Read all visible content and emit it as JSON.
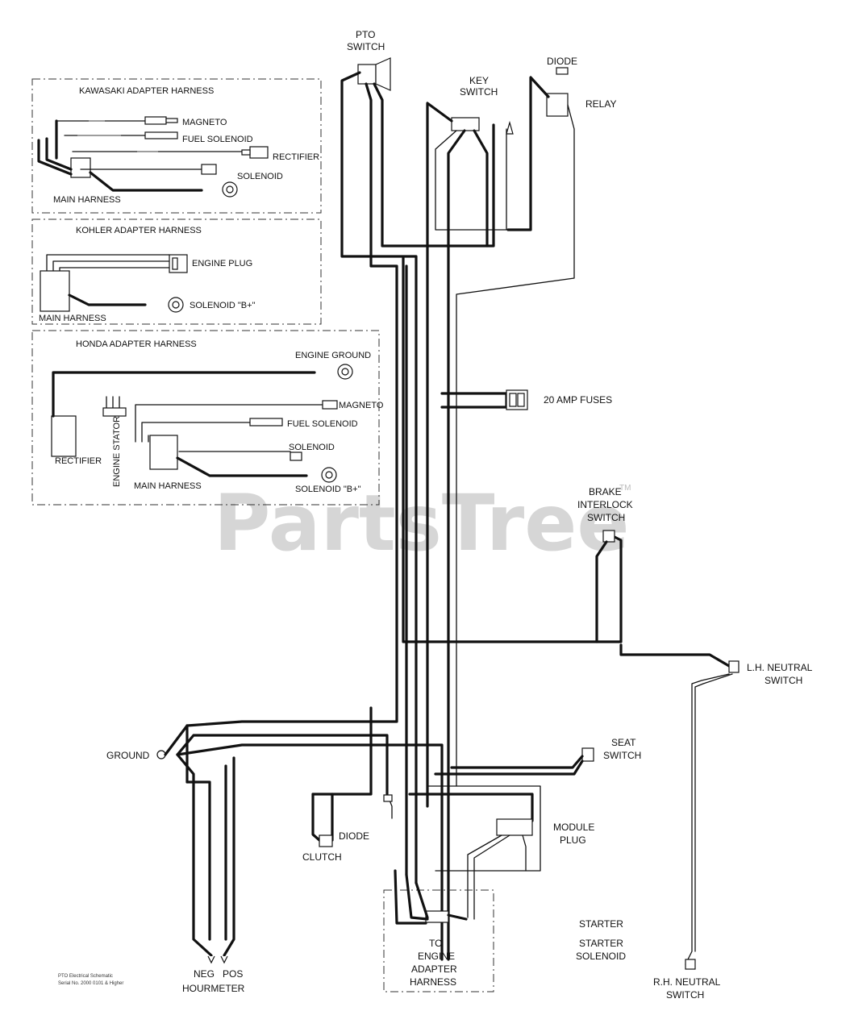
{
  "title_note": [
    "PTO Electrical Schematic",
    "Serial No. 2000 0101 & Higher"
  ],
  "watermark": {
    "text": "PartsTree",
    "tm": "TM"
  },
  "boxes": {
    "kawasaki": {
      "title": "KAWASAKI ADAPTER HARNESS",
      "magneto": "MAGNETO",
      "fuel_solenoid": "FUEL SOLENOID",
      "rectifier": "RECTIFIER",
      "solenoid": "SOLENOID",
      "main_harness": "MAIN HARNESS"
    },
    "kohler": {
      "title": "KOHLER ADAPTER HARNESS",
      "engine_plug": "ENGINE PLUG",
      "solenoid_b": "SOLENOID \"B+\"",
      "main_harness": "MAIN HARNESS"
    },
    "honda": {
      "title": "HONDA ADAPTER HARNESS",
      "engine_ground": "ENGINE GROUND",
      "magneto": "MAGNETO",
      "fuel_solenoid": "FUEL SOLENOID",
      "solenoid": "SOLENOID",
      "solenoid_b": "SOLENOID \"B+\"",
      "rectifier": "RECTIFIER",
      "engine_stator": "ENGINE STATOR",
      "main_harness": "MAIN HARNESS"
    }
  },
  "components": {
    "pto_switch": [
      "PTO",
      "SWITCH"
    ],
    "key_switch": [
      "KEY",
      "SWITCH"
    ],
    "diode_top": "DIODE",
    "relay": "RELAY",
    "fuses": "20 AMP FUSES",
    "brake_switch": [
      "BRAKE",
      "INTERLOCK",
      "SWITCH"
    ],
    "lh_neutral": [
      "L.H. NEUTRAL",
      "SWITCH"
    ],
    "seat_switch": [
      "SEAT",
      "SWITCH"
    ],
    "ground": "GROUND",
    "diode_bottom": "DIODE",
    "clutch": "CLUTCH",
    "module_plug": [
      "MODULE",
      "PLUG"
    ],
    "engine_adapter": [
      "TO",
      "ENGINE",
      "ADAPTER",
      "HARNESS"
    ],
    "starter": "STARTER",
    "starter_solenoid": [
      "STARTER",
      "SOLENOID"
    ],
    "hourmeter": {
      "neg": "NEG",
      "pos": "POS",
      "label": "HOURMETER"
    },
    "rh_neutral": [
      "R.H. NEUTRAL",
      "SWITCH"
    ]
  }
}
